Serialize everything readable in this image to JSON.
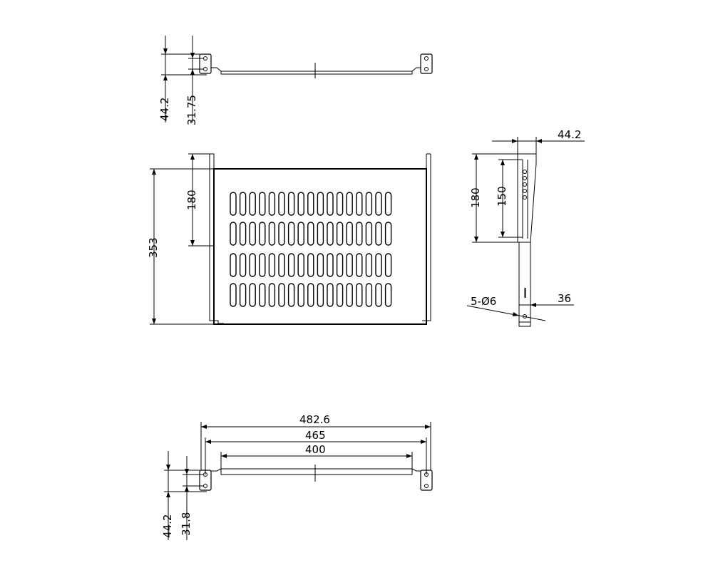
{
  "dimensions": {
    "top_view_height": "44.2",
    "top_view_hole": "31.75",
    "front_depth": "353",
    "front_inner": "180",
    "side_width": "44.2",
    "side_depth": "180",
    "side_slot": "150",
    "side_holes": "5-Ø6",
    "side_offset": "36",
    "bottom_overall": "482.6",
    "bottom_mid": "465",
    "bottom_inner": "400",
    "bottom_view_height": "44.2",
    "bottom_view_hole": "31.8"
  }
}
